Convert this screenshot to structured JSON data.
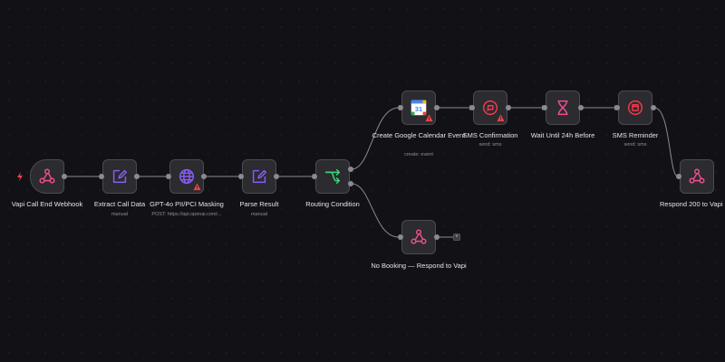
{
  "colors": {
    "background": "#121216",
    "node_fill": "#2b2b30",
    "node_border": "#4a4a52",
    "edge": "#8a8a92",
    "webhook_icon": "#ee4f8f",
    "code_icon": "#8a5cf6",
    "router_icon": "#3bd67a",
    "alert_icon": "#f03a4a",
    "warning": "#ef4444"
  },
  "nodes": {
    "webhook": {
      "label": "Vapi Call End Webhook",
      "sub": "",
      "icon": "webhook-icon"
    },
    "extract": {
      "label": "Extract Call Data",
      "sub": "manual",
      "icon": "edit-icon"
    },
    "gpt": {
      "label": "GPT-4o PII/PCI Masking",
      "sub": "POST: https://api.openai.com/...",
      "icon": "globe-icon"
    },
    "parse": {
      "label": "Parse Result",
      "sub": "manual",
      "icon": "edit-icon"
    },
    "routing": {
      "label": "Routing Condition",
      "sub": "",
      "icon": "switch-icon"
    },
    "calendar": {
      "label": "Create Google Calendar Event",
      "sub": "create: event",
      "icon": "google-calendar-icon",
      "badge": "31"
    },
    "sms_confirm": {
      "label": "SMS Confirmation",
      "sub": "send: sms",
      "icon": "sms-icon"
    },
    "wait": {
      "label": "Wait Until 24h Before",
      "sub": "",
      "icon": "hourglass-icon"
    },
    "sms_reminder": {
      "label": "SMS Reminder",
      "sub": "send: sms",
      "icon": "sms-reminder-icon"
    },
    "respond_200": {
      "label": "Respond 200 to Vapi",
      "sub": "",
      "icon": "webhook-icon"
    },
    "no_booking": {
      "label": "No Booking — Respond to Vapi",
      "sub": "",
      "icon": "webhook-icon"
    }
  },
  "add_button_label": "+"
}
